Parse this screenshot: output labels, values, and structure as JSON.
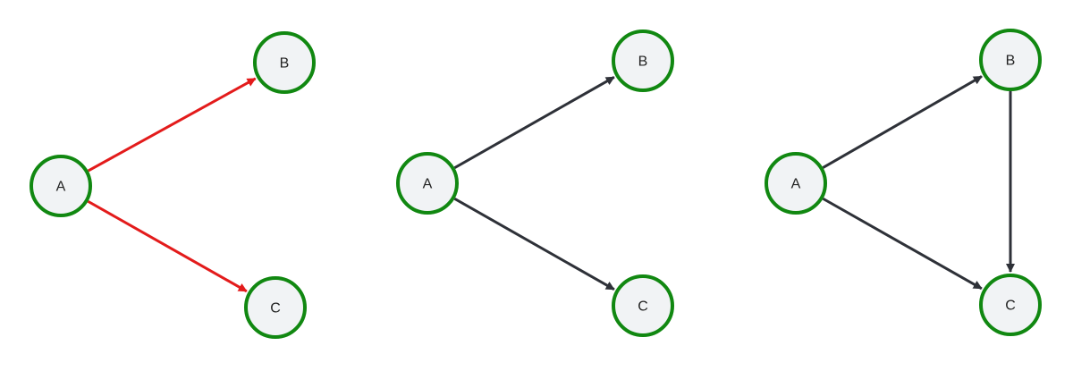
{
  "colors": {
    "node_fill": "#f1f3f5",
    "node_border": "#118811",
    "edge_highlight": "#e31b1b",
    "edge_default": "#2e3138",
    "label_text": "#222222"
  },
  "diagrams": [
    {
      "edge_style": "highlight",
      "nodes": [
        {
          "id": "A",
          "label": "A"
        },
        {
          "id": "B",
          "label": "B"
        },
        {
          "id": "C",
          "label": "C"
        }
      ],
      "edges": [
        {
          "from": "A",
          "to": "B"
        },
        {
          "from": "A",
          "to": "C"
        }
      ]
    },
    {
      "edge_style": "default",
      "nodes": [
        {
          "id": "A",
          "label": "A"
        },
        {
          "id": "B",
          "label": "B"
        },
        {
          "id": "C",
          "label": "C"
        }
      ],
      "edges": [
        {
          "from": "A",
          "to": "B"
        },
        {
          "from": "A",
          "to": "C"
        }
      ]
    },
    {
      "edge_style": "default",
      "nodes": [
        {
          "id": "A",
          "label": "A"
        },
        {
          "id": "B",
          "label": "B"
        },
        {
          "id": "C",
          "label": "C"
        }
      ],
      "edges": [
        {
          "from": "A",
          "to": "B"
        },
        {
          "from": "A",
          "to": "C"
        },
        {
          "from": "B",
          "to": "C"
        }
      ]
    }
  ]
}
